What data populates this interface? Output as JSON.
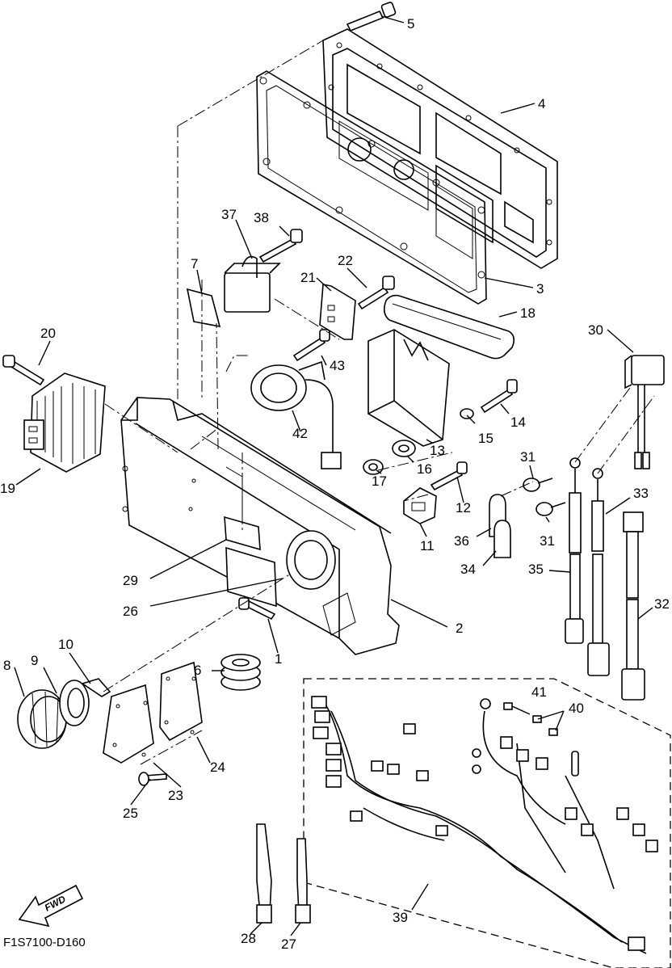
{
  "diagram": {
    "code": "F1S7100-D160",
    "fwd_label": "FWD",
    "callouts": [
      "5",
      "4",
      "3",
      "37",
      "38",
      "7",
      "22",
      "21",
      "18",
      "20",
      "43",
      "30",
      "19",
      "42",
      "14",
      "15",
      "13",
      "16",
      "31",
      "17",
      "12",
      "33",
      "11",
      "36",
      "31",
      "34",
      "35",
      "29",
      "26",
      "2",
      "32",
      "1",
      "10",
      "9",
      "8",
      "6",
      "41",
      "40",
      "24",
      "23",
      "25",
      "39",
      "28",
      "27"
    ]
  }
}
